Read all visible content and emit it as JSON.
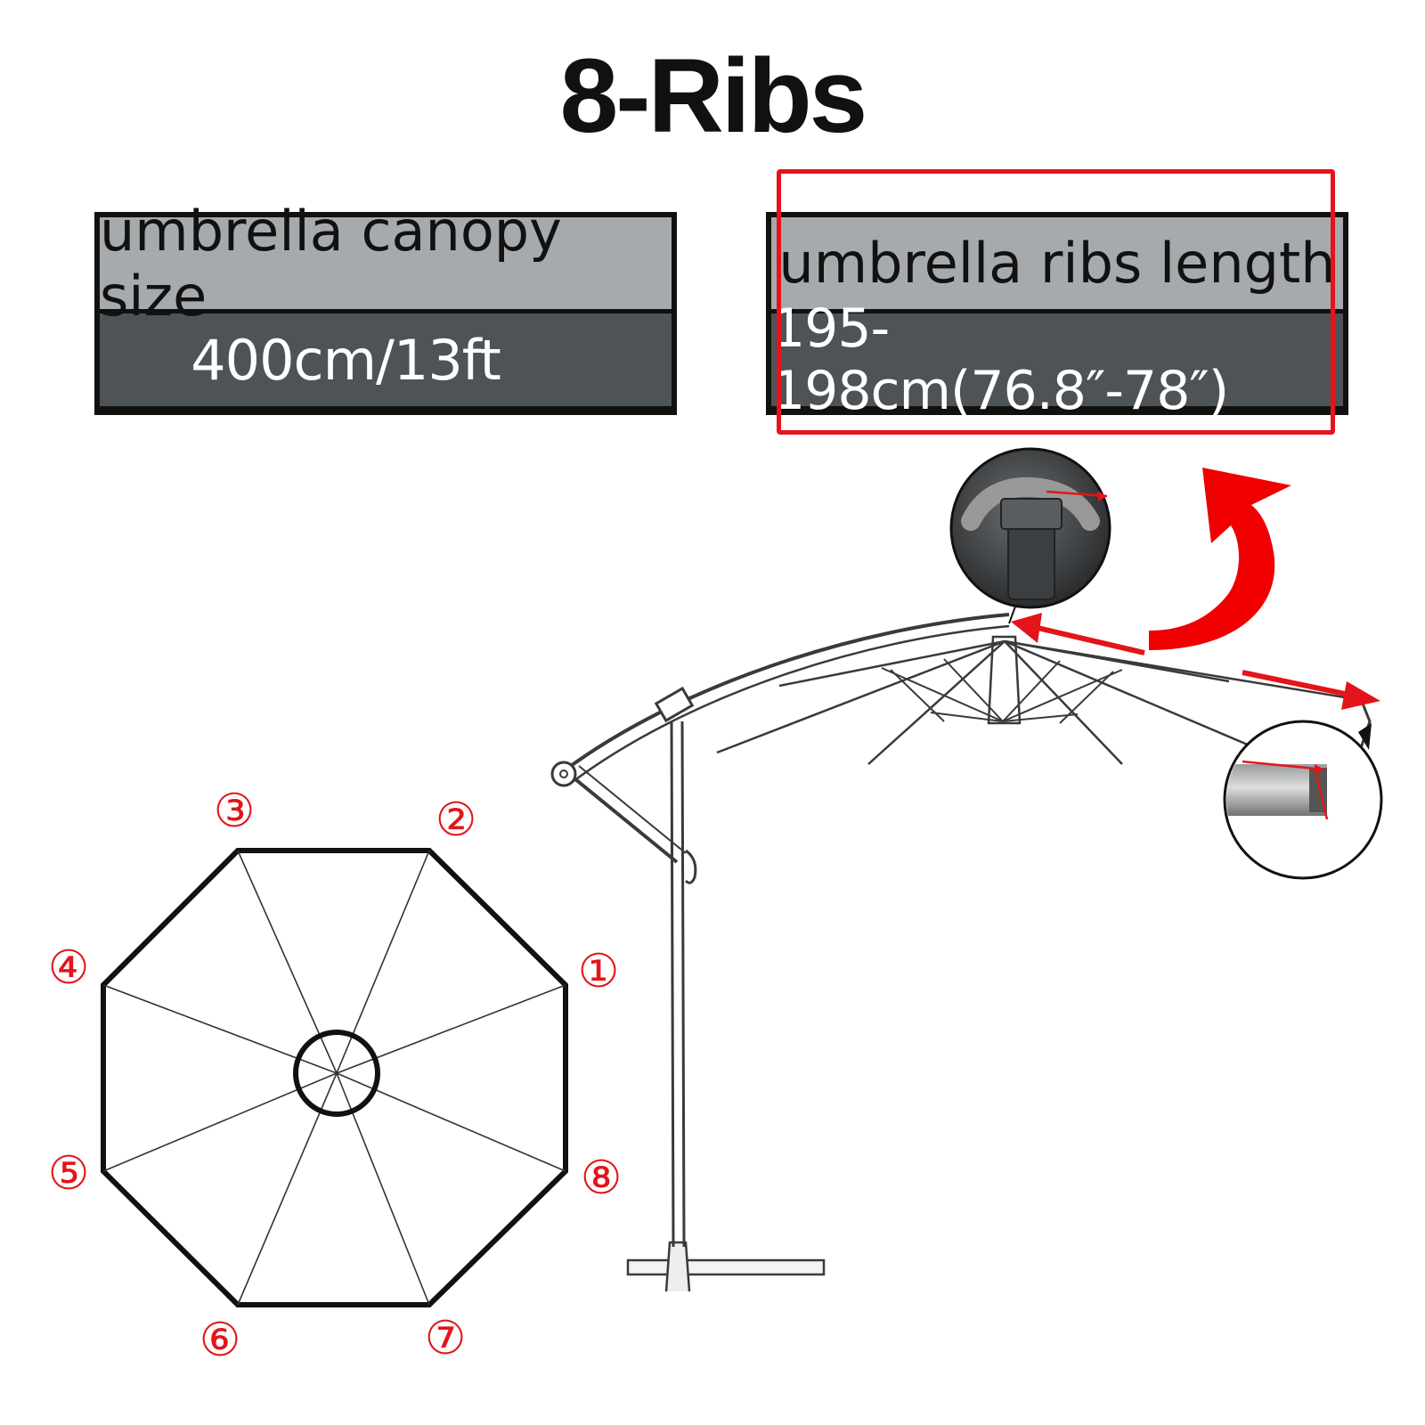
{
  "title": "8-Ribs",
  "specs": {
    "canopy": {
      "header": "umbrella canopy size",
      "value": "400cm/13ft"
    },
    "ribs": {
      "header": "umbrella ribs length",
      "value": "195-198cm(76.8″-78″)"
    }
  },
  "rib_numbers": [
    "①",
    "②",
    "③",
    "④",
    "⑤",
    "⑥",
    "⑦",
    "⑧"
  ],
  "colors": {
    "highlight": "#e4141a",
    "header_bg": "#a7aaad",
    "value_bg": "#4e5357"
  },
  "icons": [
    "curved-arrow-icon",
    "double-arrow-icon",
    "magnifier-callout-icon"
  ]
}
